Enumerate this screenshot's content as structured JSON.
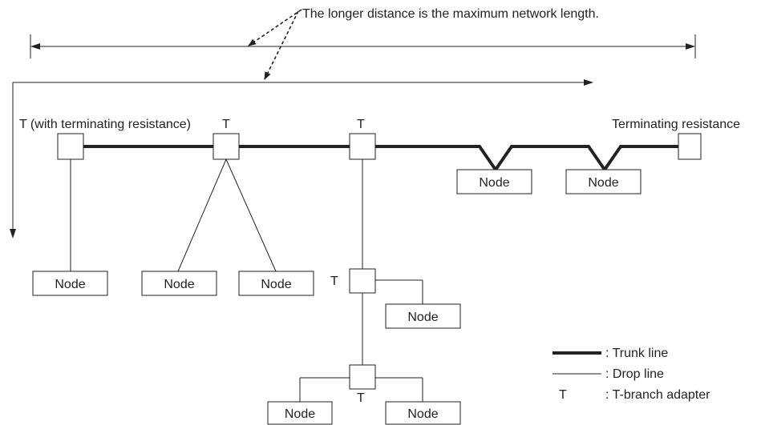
{
  "callout": "The longer distance is the maximum network length.",
  "adapter_labels": {
    "first": "T (with terminating resistance)",
    "second": "T",
    "third": "T",
    "mid": "T",
    "bottom": "T"
  },
  "terminator_label": "Terminating resistance",
  "node_label": "Node",
  "legend": {
    "trunk": ": Trunk line",
    "drop": ": Drop line",
    "tsymbol": "T",
    "tbranch": ": T-branch adapter"
  }
}
